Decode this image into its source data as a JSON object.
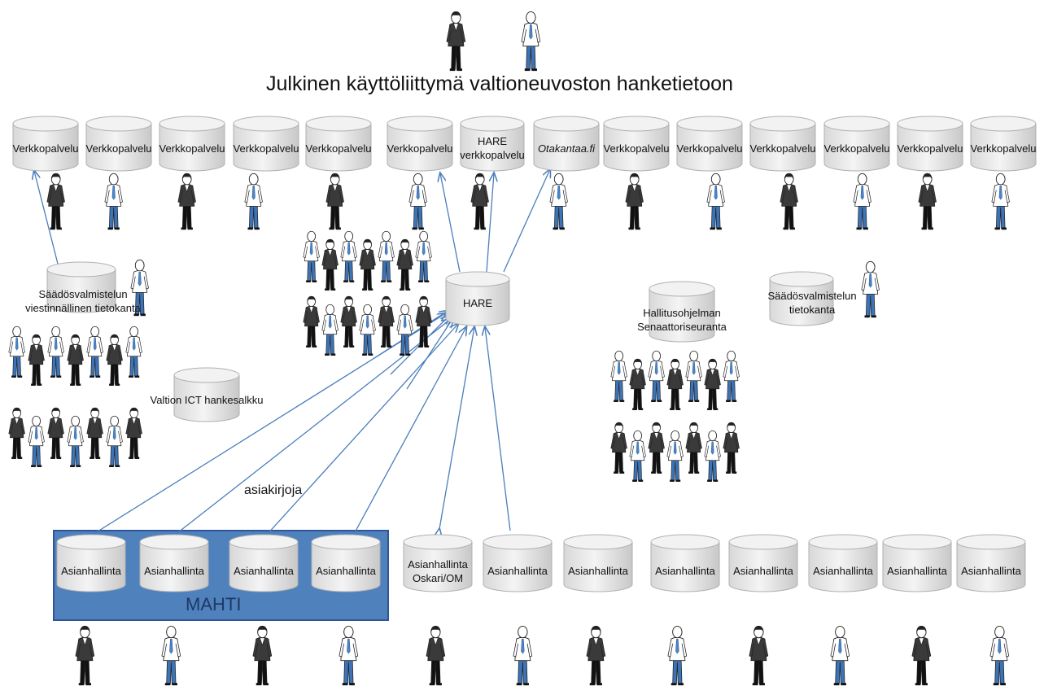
{
  "title": "Julkinen käyttöliittymä valtioneuvoston hanketietoon",
  "top_services": [
    {
      "label": "Verkkopalvelu"
    },
    {
      "label": "Verkkopalvelu"
    },
    {
      "label": "Verkkopalvelu"
    },
    {
      "label": "Verkkopalvelu"
    },
    {
      "label": "Verkkopalvelu"
    },
    {
      "label": "Verkkopalvelu"
    },
    {
      "label": "HARE\nverkkopalvelu"
    },
    {
      "label": "Otakantaa.fi",
      "italic": true
    },
    {
      "label": "Verkkopalvelu"
    },
    {
      "label": "Verkkopalvelu"
    },
    {
      "label": "Verkkopalvelu"
    },
    {
      "label": "Verkkopalvelu"
    },
    {
      "label": "Verkkopalvelu"
    },
    {
      "label": "Verkkopalvelu"
    }
  ],
  "databases": {
    "saadosvalmistelun_viestinnallinen": "Säädösvalmistelun\nviestinnällinen tietokanta",
    "hare": "HARE",
    "valtion_ict": "Valtion ICT hankesalkku",
    "hallitusohjelman": "Hallitusohjelman\nSenaattoriseuranta",
    "saadosvalmistelun_tietokanta": "Säädösvalmistelun\ntietokanta"
  },
  "edge_label": "asiakirjoja",
  "mahti_label": "MAHTI",
  "bottom_systems": [
    {
      "label": "Asianhallinta"
    },
    {
      "label": "Asianhallinta"
    },
    {
      "label": "Asianhallinta"
    },
    {
      "label": "Asianhallinta"
    },
    {
      "label": "Asianhallinta\nOskari/OM"
    },
    {
      "label": "Asianhallinta"
    },
    {
      "label": "Asianhallinta"
    },
    {
      "label": "Asianhallinta"
    },
    {
      "label": "Asianhallinta"
    },
    {
      "label": "Asianhallinta"
    },
    {
      "label": "Asianhallinta"
    },
    {
      "label": "Asianhallinta"
    }
  ],
  "colors": {
    "cylinder_fill": "#ececec",
    "cylinder_stroke": "#b0b0b0",
    "arrow": "#4a7ebb",
    "mahti_fill": "#4f81bd",
    "suit_dark": "#3a3a3a",
    "suit_light": "#ffffff",
    "tie": "#4a86c8",
    "trousers_blue": "#3d74b7"
  }
}
